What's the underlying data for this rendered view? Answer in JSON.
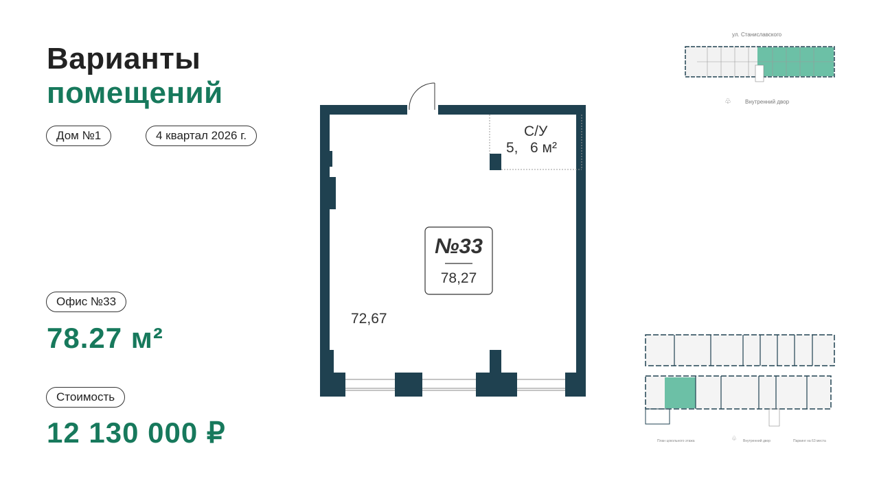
{
  "title": {
    "line1": "Варианты",
    "line2": "помещений"
  },
  "tags": {
    "house": "Дом №1",
    "deadline": "4 квартал 2026 г."
  },
  "office": {
    "label": "Офис №33",
    "area": "78.27 м²"
  },
  "price": {
    "label": "Стоимость",
    "value": "12 130 000 ₽"
  },
  "plan": {
    "number": "№33",
    "total_area": "78,27",
    "main_area": "72,67",
    "wc_label": "С/У",
    "wc_area": "5,   6 м²"
  },
  "top_map": {
    "street": "ул. Станиславского",
    "courtyard": "Внутренний двор"
  },
  "bottom_map": {
    "floor": "План цокольного этажа",
    "courtyard": "Внутренний двор",
    "parking": "Паркинг на 63 места"
  },
  "colors": {
    "wall": "#1f4150",
    "accent": "#17795c",
    "highlight": "#6cc0a6"
  }
}
